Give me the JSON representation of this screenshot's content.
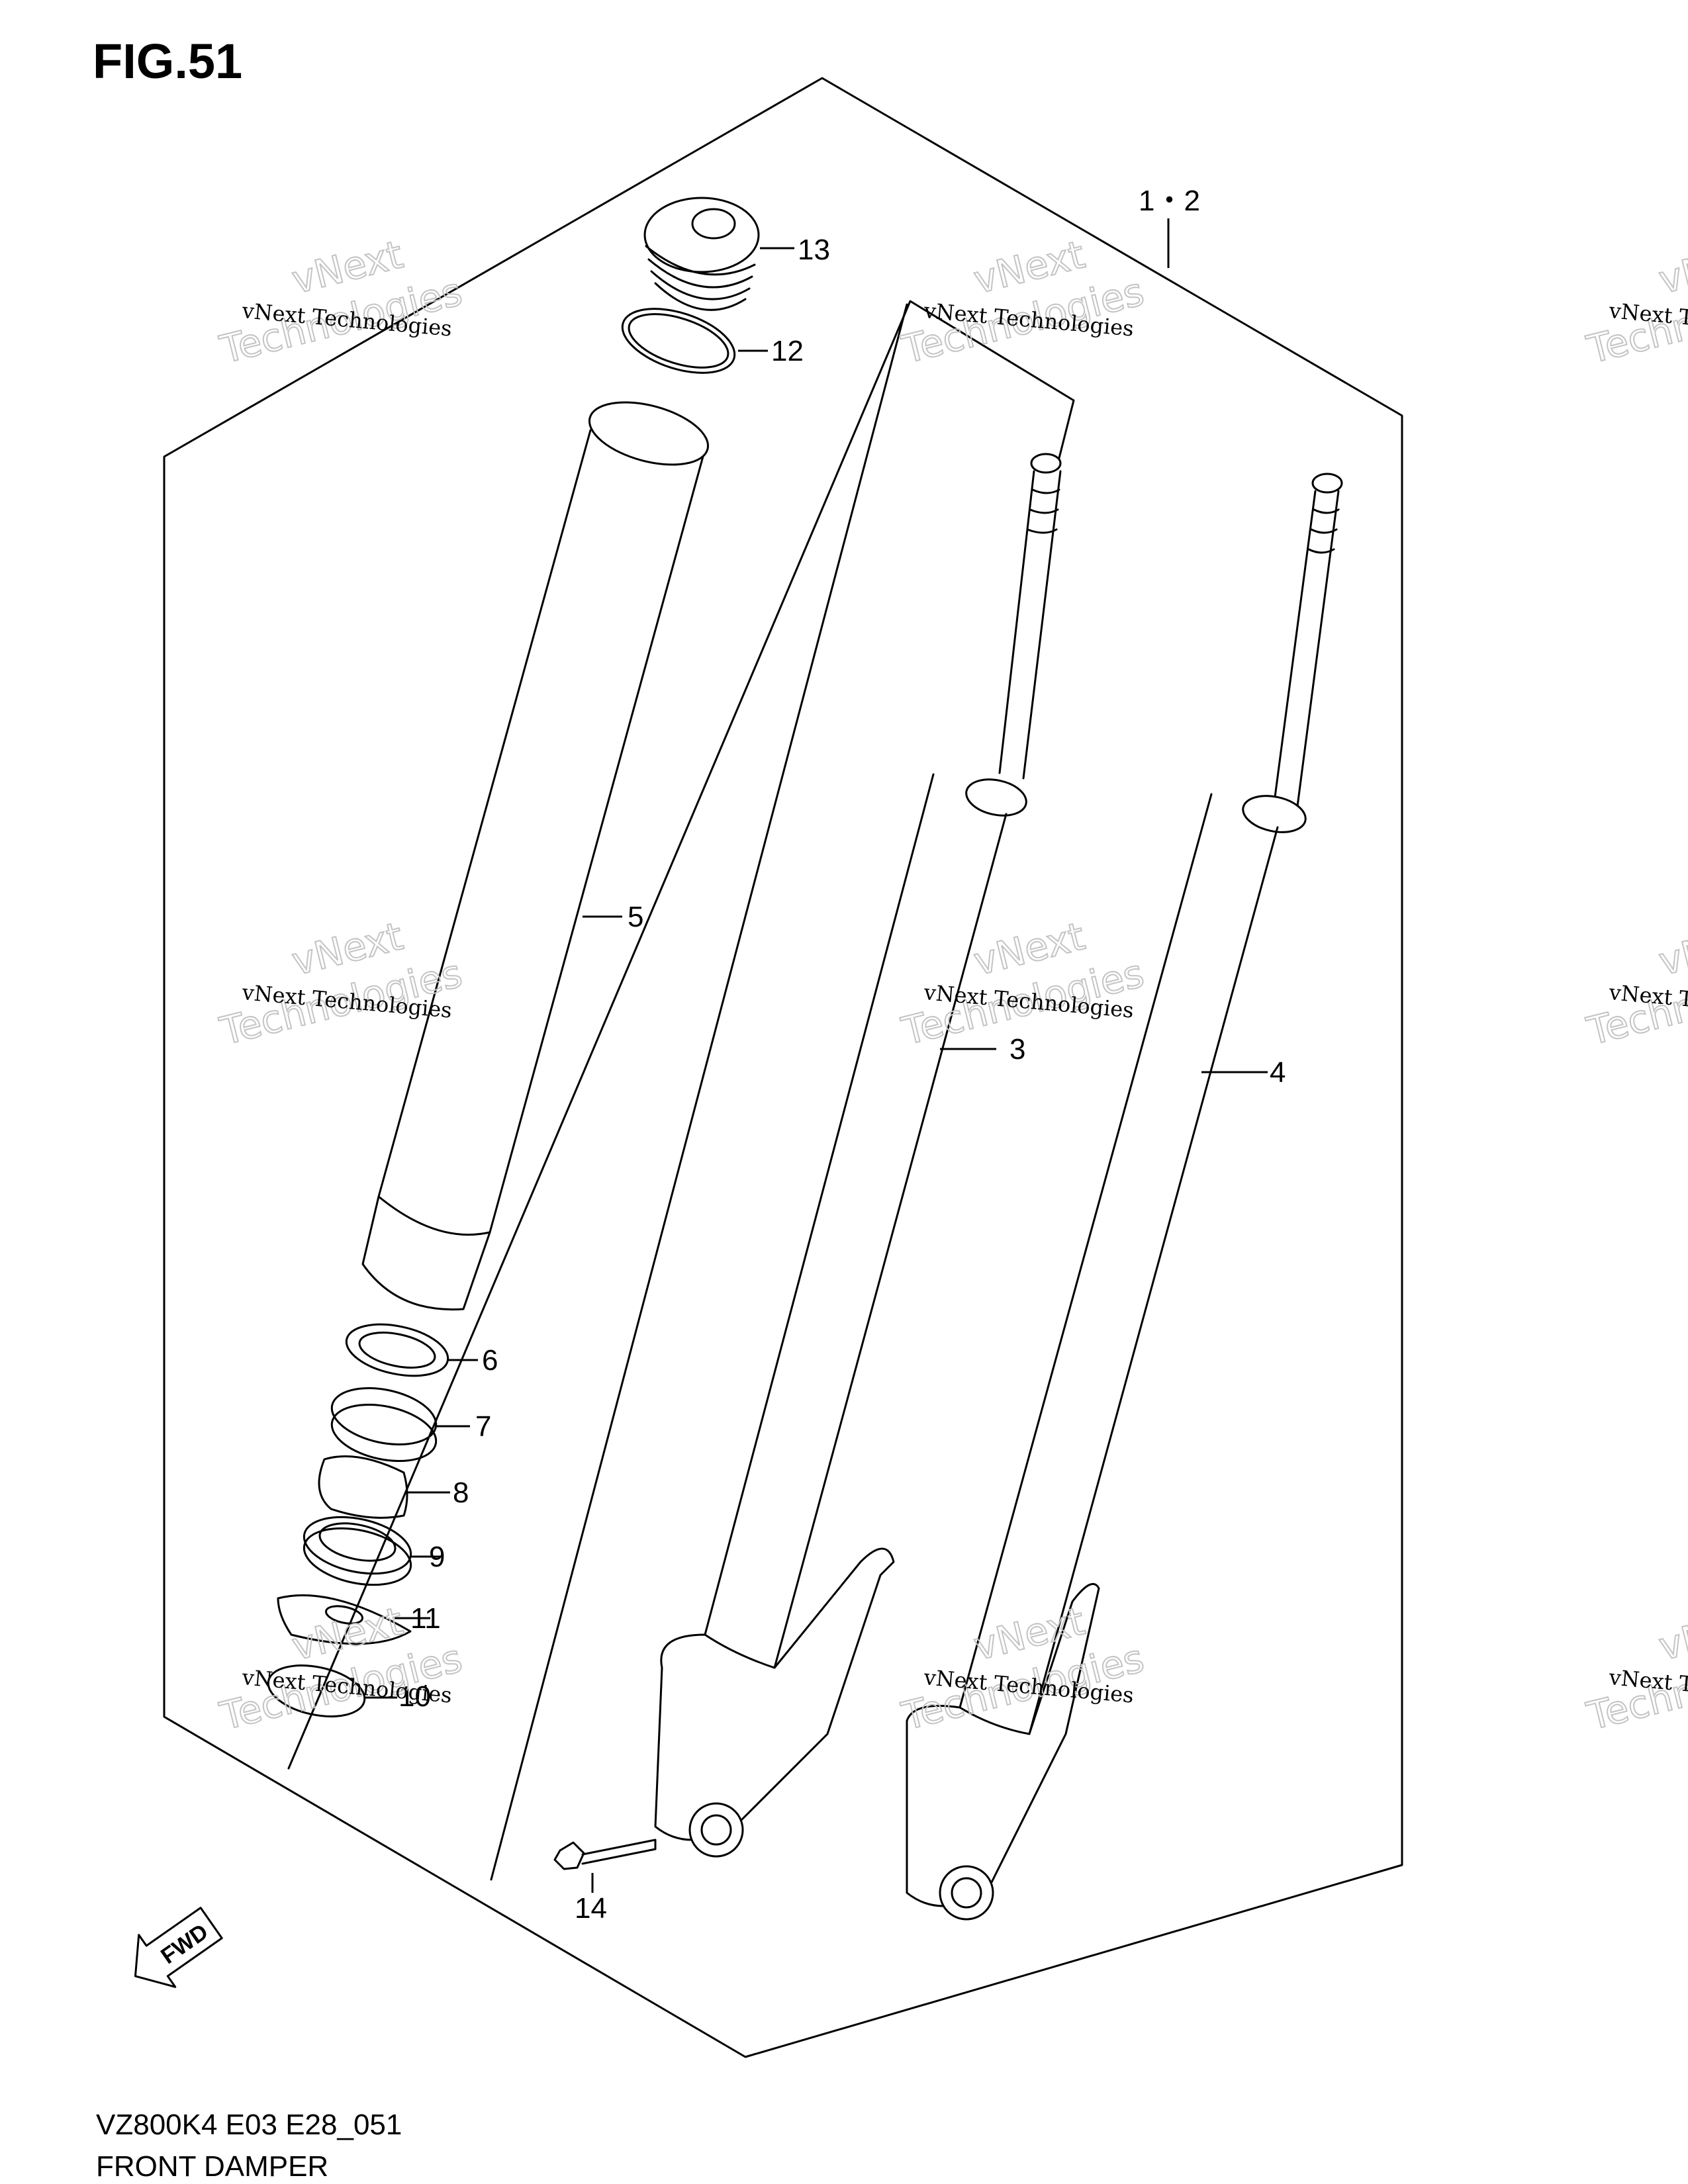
{
  "figure": {
    "title": "FIG.51",
    "code": "VZ800K4 E03 E28_051",
    "name": "FRONT DAMPER"
  },
  "callouts": {
    "c1_2": "1・2",
    "c3": "3",
    "c4": "4",
    "c5": "5",
    "c6": "6",
    "c7": "7",
    "c8": "8",
    "c9": "9",
    "c10": "10",
    "c11": "11",
    "c12": "12",
    "c13": "13",
    "c14": "14"
  },
  "direction_arrow": {
    "label": "FWD",
    "icon": "fwd-arrow-icon"
  },
  "watermark": {
    "line1": "vNext Technologies",
    "line2a": "vNext",
    "line2b": "Technologies"
  }
}
